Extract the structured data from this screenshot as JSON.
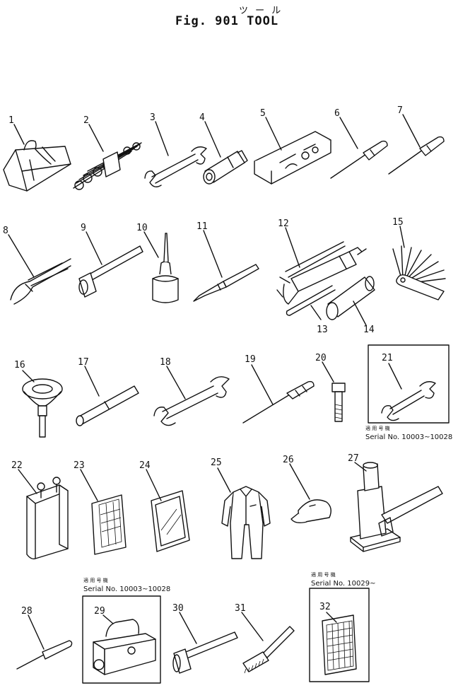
{
  "header": {
    "jp_title": "ツ ー ル",
    "title": "Fig. 901 TOOL"
  },
  "parts": [
    {
      "no": "1"
    },
    {
      "no": "2"
    },
    {
      "no": "3"
    },
    {
      "no": "4"
    },
    {
      "no": "5"
    },
    {
      "no": "6"
    },
    {
      "no": "7"
    },
    {
      "no": "8"
    },
    {
      "no": "9"
    },
    {
      "no": "10"
    },
    {
      "no": "11"
    },
    {
      "no": "12"
    },
    {
      "no": "13"
    },
    {
      "no": "14"
    },
    {
      "no": "15"
    },
    {
      "no": "16"
    },
    {
      "no": "17"
    },
    {
      "no": "18"
    },
    {
      "no": "19"
    },
    {
      "no": "20"
    },
    {
      "no": "21"
    },
    {
      "no": "22"
    },
    {
      "no": "23"
    },
    {
      "no": "24"
    },
    {
      "no": "25"
    },
    {
      "no": "26"
    },
    {
      "no": "27"
    },
    {
      "no": "28"
    },
    {
      "no": "29"
    },
    {
      "no": "30"
    },
    {
      "no": "31"
    },
    {
      "no": "32"
    }
  ],
  "serial_notes": [
    {
      "jp": "適 用 号 機",
      "text": "Serial No. 10003~10028"
    },
    {
      "jp": "適 用 号 機",
      "text": "Serial No. 10003~10028"
    },
    {
      "jp": "適 用 号 機",
      "text": "Serial No. 10029~"
    }
  ]
}
